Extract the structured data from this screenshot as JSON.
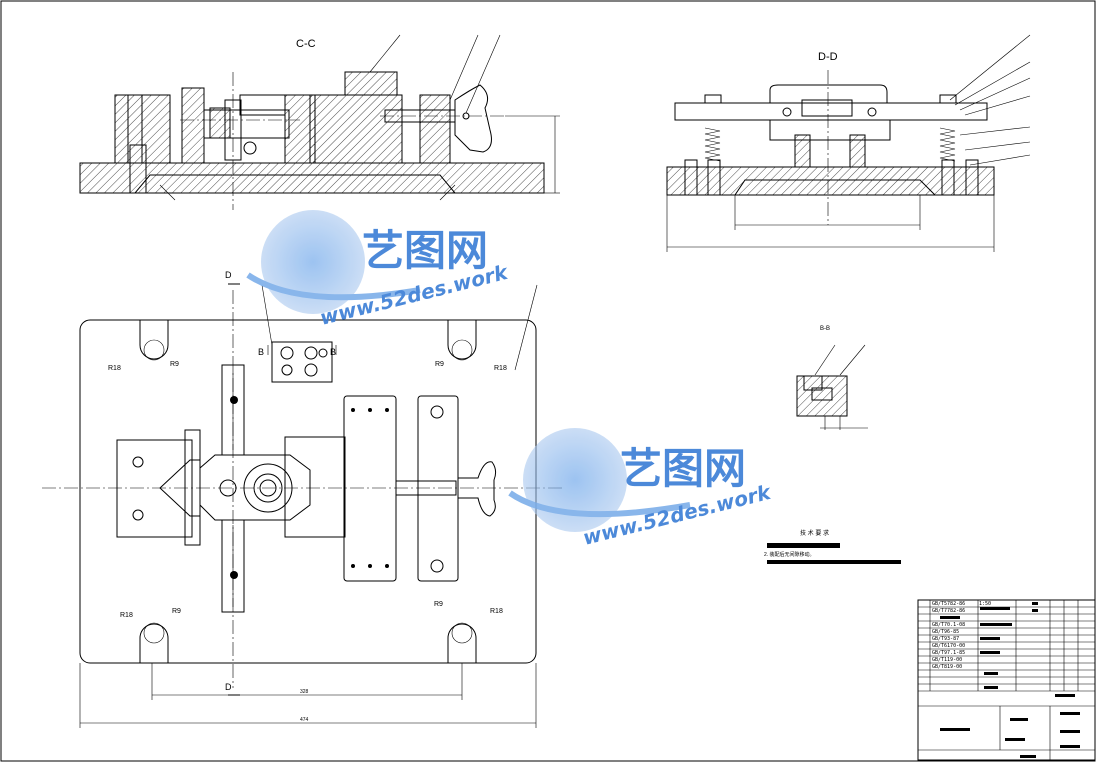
{
  "views": {
    "section_cc": {
      "label": "C-C"
    },
    "section_dd": {
      "label": "D-D"
    },
    "section_bb": {
      "label": "B-B"
    },
    "cut_d_top": "D",
    "cut_d_bottom": "D",
    "cut_b_left": "B",
    "cut_b_right": "B"
  },
  "plan_view": {
    "radius_labels": [
      "R18",
      "R9",
      "R9",
      "R18",
      "R18",
      "R9",
      "R9",
      "R18"
    ],
    "dim_span": "328",
    "dim_total": "474"
  },
  "watermark": {
    "brand": "艺图网",
    "url": "www.52des.work"
  },
  "tech_req": {
    "title": "技 术 要 求",
    "item2": "2. 装配后无间隙移动。"
  },
  "title_block": {
    "scale": "1:50",
    "rows": [
      "GB/T5782-86",
      "GB/T7782-86",
      "GB/T70.1-08",
      "GB/T96-85",
      "GB/T93-87",
      "GB/T6170-00",
      "GB/T97.1-85",
      "GB/T119-00",
      "GB/T819-00"
    ]
  },
  "colors": {
    "line": "#000000",
    "watermark": "#3d7fd6",
    "watermark_light": "#a9c8ef"
  }
}
